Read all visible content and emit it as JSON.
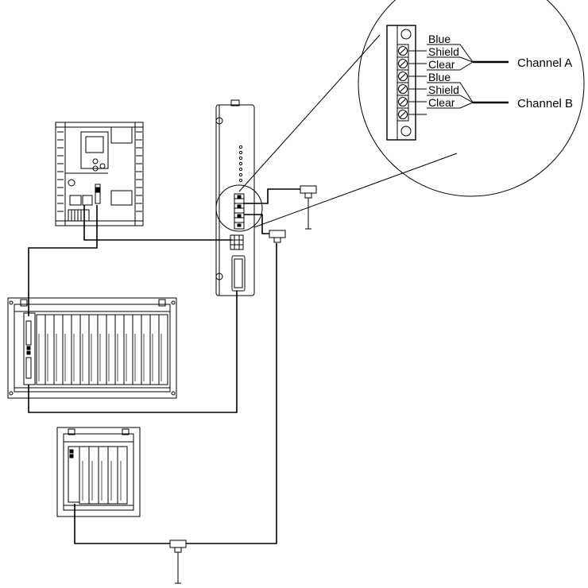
{
  "terminal_labels": [
    "Blue",
    "Shield",
    "Clear",
    "Blue",
    "Shield",
    "Clear"
  ],
  "channels": [
    "Channel A",
    "Channel B"
  ],
  "colors": {
    "line": "#000000",
    "background": "#ffffff"
  }
}
